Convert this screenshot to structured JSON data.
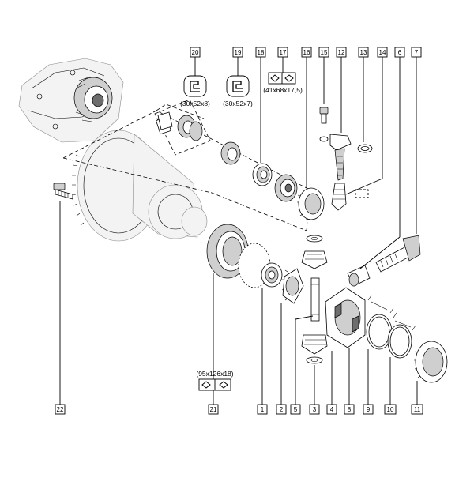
{
  "callouts": [
    {
      "id": "c1",
      "label": "1"
    },
    {
      "id": "c2",
      "label": "2"
    },
    {
      "id": "c3",
      "label": "3"
    },
    {
      "id": "c4",
      "label": "4"
    },
    {
      "id": "c5",
      "label": "5"
    },
    {
      "id": "c6",
      "label": "6"
    },
    {
      "id": "c7",
      "label": "7"
    },
    {
      "id": "c8",
      "label": "8"
    },
    {
      "id": "c9",
      "label": "9"
    },
    {
      "id": "c10",
      "label": "10"
    },
    {
      "id": "c11",
      "label": "11"
    },
    {
      "id": "c12",
      "label": "12"
    },
    {
      "id": "c13",
      "label": "13"
    },
    {
      "id": "c14",
      "label": "14"
    },
    {
      "id": "c15",
      "label": "15"
    },
    {
      "id": "c16",
      "label": "16"
    },
    {
      "id": "c17",
      "label": "17"
    },
    {
      "id": "c18",
      "label": "18"
    },
    {
      "id": "c19",
      "label": "19"
    },
    {
      "id": "c20",
      "label": "20"
    },
    {
      "id": "c21",
      "label": "21"
    },
    {
      "id": "c22",
      "label": "22"
    }
  ],
  "dimensions": {
    "seal_20": "(30x52x8)",
    "seal_19": "(30x52x7)",
    "bearing_17": "(41x68x17,5)",
    "bearing_21": "(95x126x18)"
  },
  "icons": {
    "seal_symbol": "oil-seal-icon",
    "bearing_symbol": "bearing-icon",
    "service_kit": "service-kit-icon"
  }
}
